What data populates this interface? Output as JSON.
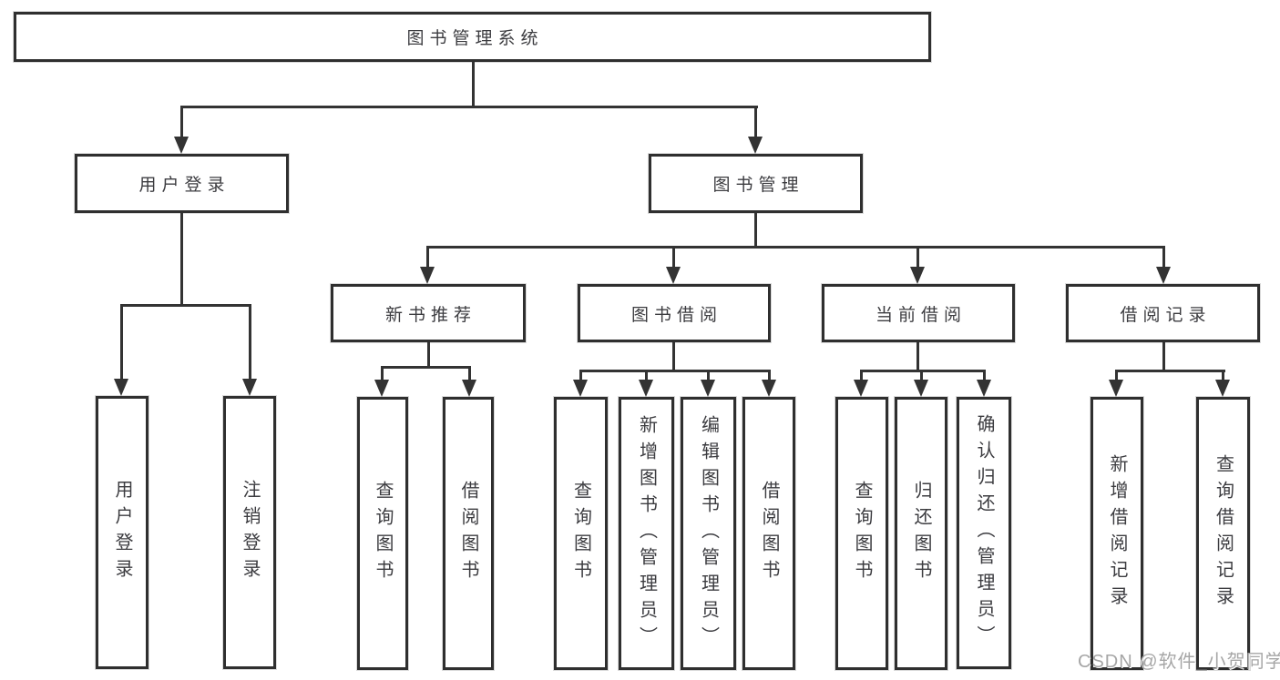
{
  "diagram": {
    "root": "图书管理系统",
    "level2": [
      "用户登录",
      "图书管理"
    ],
    "level3": [
      "新书推荐",
      "图书借阅",
      "当前借阅",
      "借阅记录"
    ],
    "group_user_login": [
      "用户登录",
      "注销登录"
    ],
    "group_new_books": [
      "查询图书",
      "借阅图书"
    ],
    "group_book_borrow": [
      "查询图书",
      "新增图书（管理员）",
      "编辑图书（管理员）",
      "借阅图书"
    ],
    "group_current_borrow": [
      "查询图书",
      "归还图书",
      "确认归还（管理员）"
    ],
    "group_borrow_records": [
      "新增借阅记录",
      "查询借阅记录"
    ]
  },
  "watermark": "CSDN @软件_小贺同学",
  "colors": {
    "line": "#333333",
    "border": "#2f2f2f",
    "text": "#3c3c40",
    "watermark": "#a6a6a6",
    "background": "#ffffff"
  }
}
